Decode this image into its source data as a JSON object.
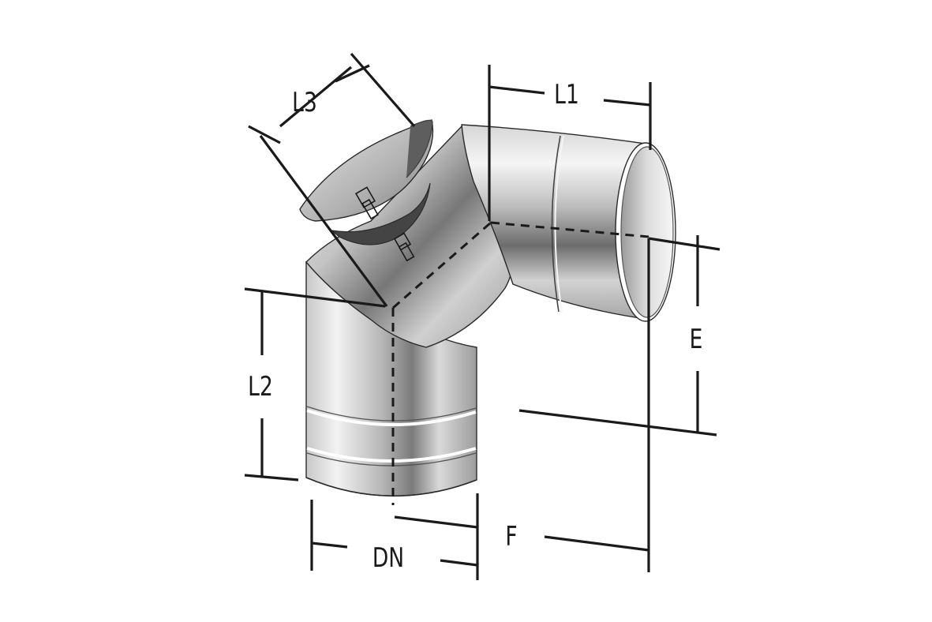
{
  "dimensions": {
    "L1": "L1",
    "L2": "L2",
    "L3": "L3",
    "E": "E",
    "F": "F",
    "DN": "DN"
  },
  "colors": {
    "metal_light": "#e6e6e6",
    "metal_mid": "#b9b9b9",
    "metal_dark": "#6f6f6f",
    "line": "#1a1a1a",
    "background": "#ffffff"
  }
}
